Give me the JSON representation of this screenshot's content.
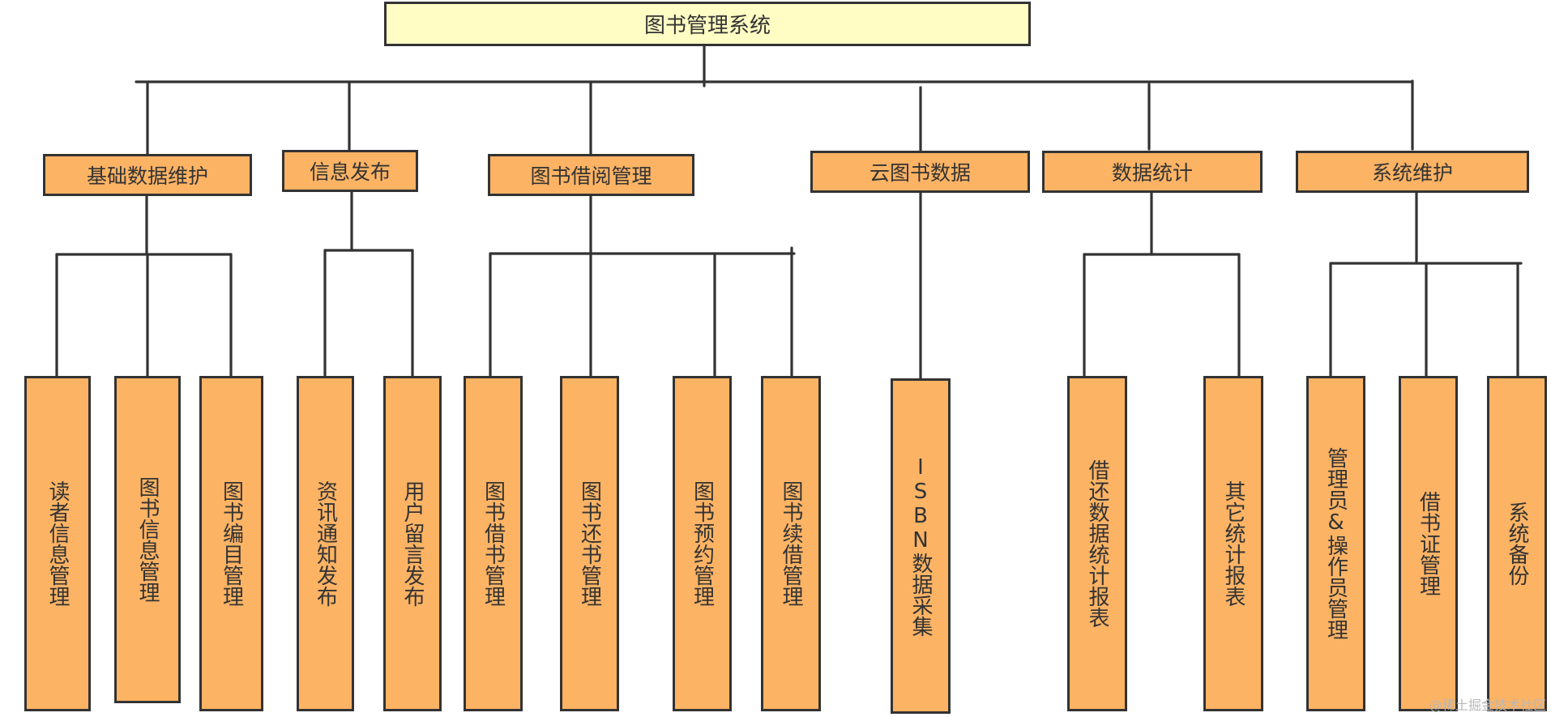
{
  "root": {
    "label": "图书管理系统"
  },
  "modules": [
    {
      "label": "基础数据维护",
      "children": [
        "读者信息管理",
        "图书信息管理",
        "图书编目管理"
      ]
    },
    {
      "label": "信息发布",
      "children": [
        "资讯通知发布",
        "用户留言发布"
      ]
    },
    {
      "label": "图书借阅管理",
      "children": [
        "图书借书管理",
        "图书还书管理",
        "图书预约管理",
        "图书续借管理"
      ]
    },
    {
      "label": "云图书数据",
      "children": [
        "ISBN数据采集"
      ]
    },
    {
      "label": "数据统计",
      "children": [
        "借还数据统计报表",
        "其它统计报表"
      ]
    },
    {
      "label": "系统维护",
      "children": [
        "管理员&操作员管理",
        "借书证管理",
        "系统备份"
      ]
    }
  ],
  "watermark": "@稀土掘金技术社区",
  "colors": {
    "root_fill": "#fffcc4",
    "node_fill": "#fcb364",
    "stroke": "#333333"
  }
}
